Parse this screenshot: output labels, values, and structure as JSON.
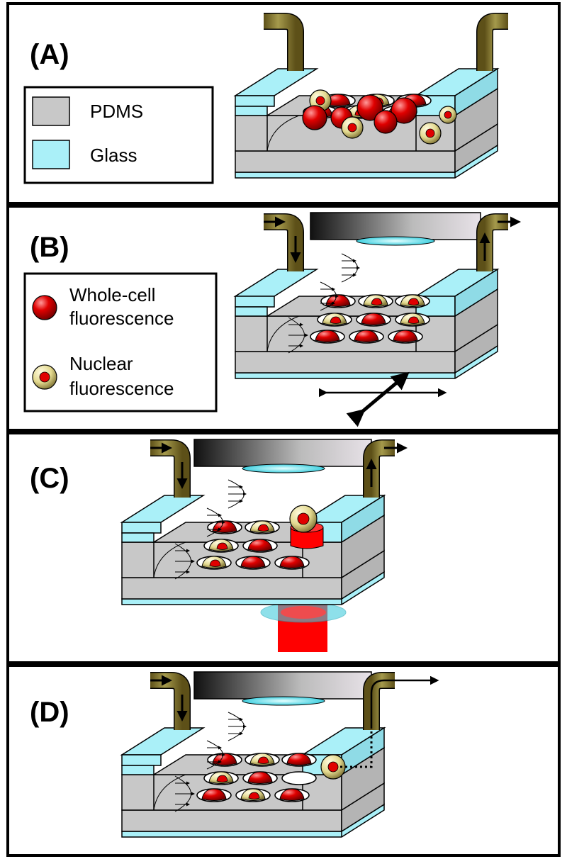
{
  "panels": [
    {
      "label": "(A)"
    },
    {
      "label": "(B)"
    },
    {
      "label": "(C)"
    },
    {
      "label": "(D)"
    }
  ],
  "legend_a": {
    "pdms": "PDMS",
    "glass": "Glass"
  },
  "legend_b": {
    "whole_cell_1": "Whole-cell",
    "whole_cell_2": "fluorescence",
    "nuclear_1": "Nuclear",
    "nuclear_2": "fluorescence"
  },
  "colors": {
    "pdms": "#c8c8c8",
    "glass": "#aaf0f8",
    "cell_red": "#e00000",
    "nuclear_shell": "#e8e0a0",
    "tube": "#8a7a2e",
    "laser": "#ff0000"
  }
}
